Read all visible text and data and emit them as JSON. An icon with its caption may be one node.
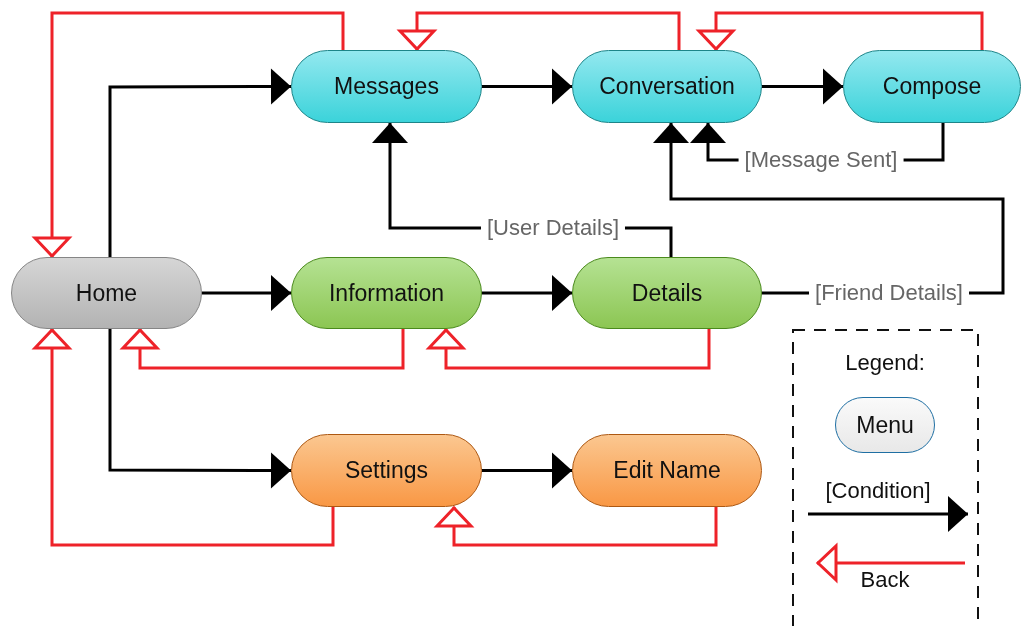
{
  "diagram": {
    "nodes": [
      {
        "text": [
          "Home"
        ]
      },
      {
        "text": [
          "Messages"
        ]
      },
      {
        "text": [
          "Conversation"
        ]
      },
      {
        "text": [
          "Compose"
        ]
      },
      {
        "text": [
          "Information"
        ]
      },
      {
        "text": [
          "Details"
        ]
      },
      {
        "text": [
          "Settings"
        ]
      },
      {
        "text": [
          "Edit Name"
        ]
      }
    ],
    "edges": [
      {
        "from": 0,
        "to": 1,
        "arrow": "to"
      },
      {
        "from": 0,
        "to": 4,
        "arrow": "to"
      },
      {
        "from": 0,
        "to": 6,
        "arrow": "to"
      },
      {
        "from": 1,
        "to": 2,
        "arrow": "to"
      },
      {
        "from": 2,
        "to": 3,
        "arrow": "to"
      },
      {
        "from": 4,
        "to": 5,
        "arrow": "to"
      },
      {
        "from": 6,
        "to": 7,
        "arrow": "to"
      },
      {
        "from": 5,
        "to": 1,
        "arrow": "to",
        "label": "[User Details]"
      },
      {
        "from": 5,
        "to": 2,
        "arrow": "to",
        "label": "[Friend Details]"
      },
      {
        "from": 3,
        "to": 2,
        "arrow": "to",
        "label": "[Message Sent]"
      },
      {
        "from": 1,
        "to": 0,
        "arrow": "to",
        "color": "#ee2229"
      },
      {
        "from": 2,
        "to": 1,
        "arrow": "to",
        "color": "#ee2229"
      },
      {
        "from": 3,
        "to": 2,
        "arrow": "to",
        "color": "#ee2229"
      },
      {
        "from": 4,
        "to": 0,
        "arrow": "to",
        "color": "#ee2229"
      },
      {
        "from": 5,
        "to": 4,
        "arrow": "to",
        "color": "#ee2229"
      },
      {
        "from": 6,
        "to": 0,
        "arrow": "to",
        "color": "#ee2229"
      },
      {
        "from": 7,
        "to": 6,
        "arrow": "to",
        "color": "#ee2229"
      }
    ],
    "labels": [
      "Legend:"
    ],
    "legend": [
      {
        "text": "Menu"
      },
      {
        "text": "[Condition]"
      },
      {
        "text": "Back"
      }
    ]
  }
}
